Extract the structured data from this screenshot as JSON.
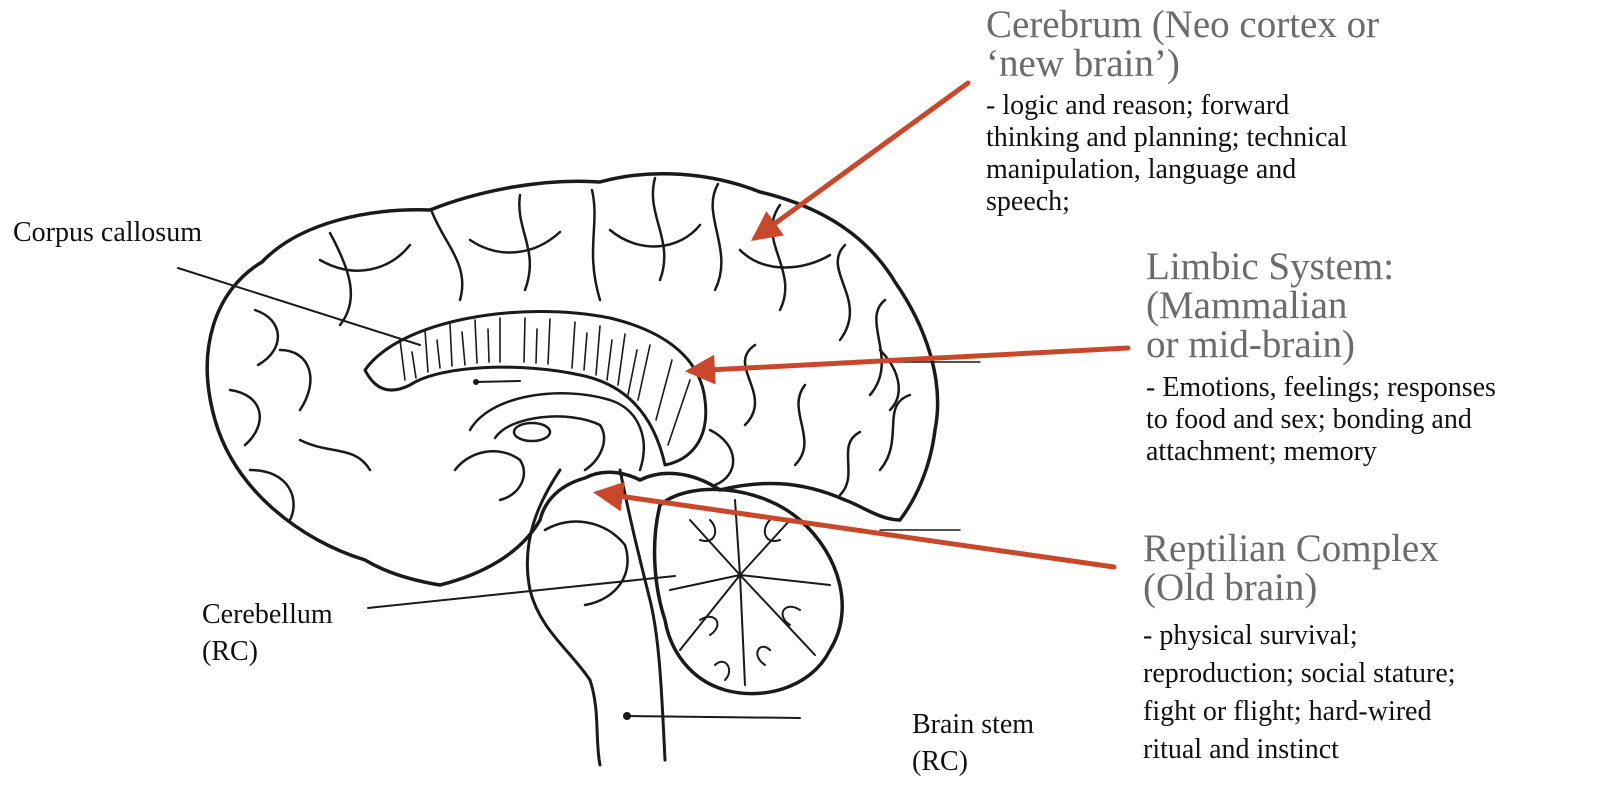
{
  "colors": {
    "arrow": "#c9472b",
    "title_text": "#6b6b6b",
    "body_text": "#111111",
    "line_art": "#1a1a1a"
  },
  "regions": {
    "cerebrum": {
      "title": "Cerebrum (Neo cortex or\n‘new brain’)",
      "description": "- logic and reason; forward\nthinking and planning;  technical\nmanipulation, language and\nspeech;"
    },
    "limbic": {
      "title": "Limbic System:\n(Mammalian\nor mid-brain)",
      "description": "- Emotions, feelings; responses\nto food and sex; bonding and\nattachment; memory"
    },
    "reptilian": {
      "title": "Reptilian Complex\n(Old brain)",
      "description": "- physical survival;\nreproduction; social stature;\nfight or flight; hard-wired\nritual and instinct"
    }
  },
  "labels": {
    "corpus_callosum": "Corpus callosum",
    "cerebellum": "Cerebellum\n(RC)",
    "brain_stem": "Brain stem\n(RC)"
  }
}
